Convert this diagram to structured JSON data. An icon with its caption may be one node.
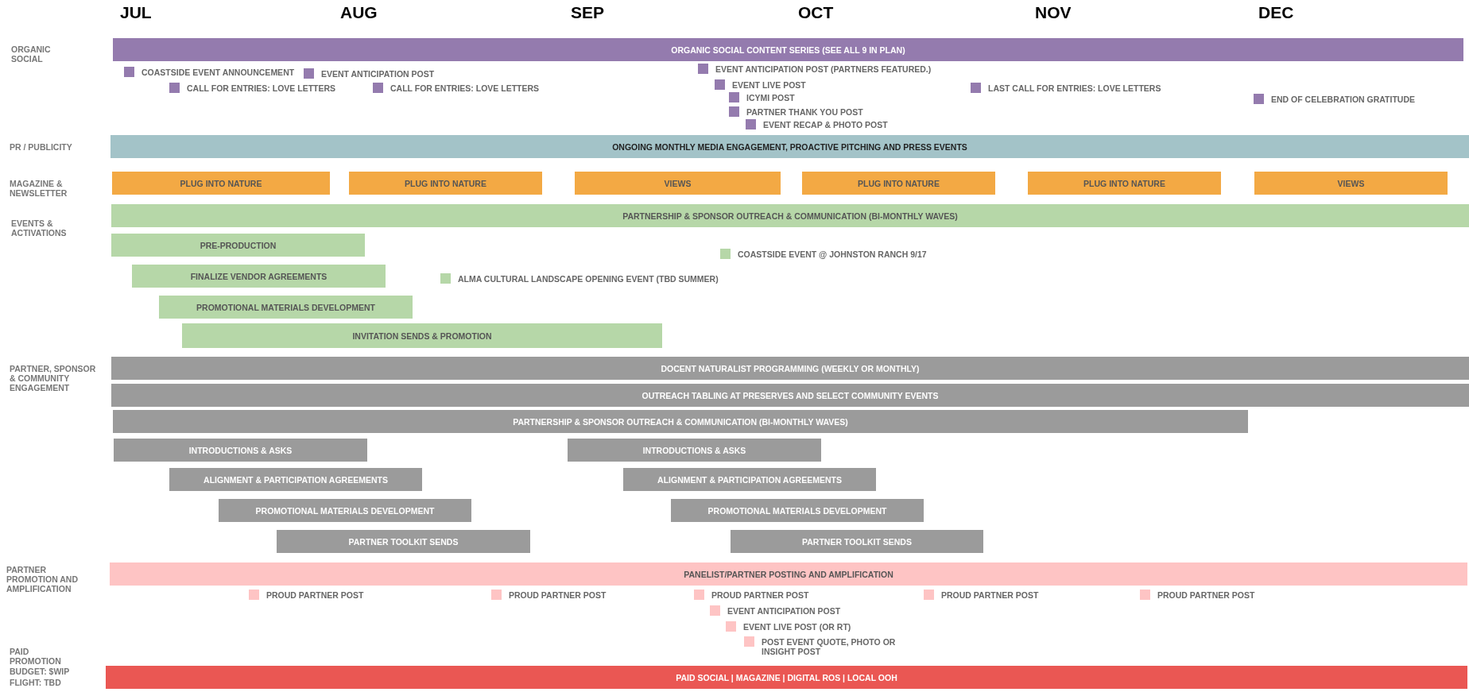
{
  "diagram": {
    "nodes": [
      {
        "text": [
          "ORGANIC SOCIAL CONTENT SERIES (SEE ALL 9 IN PLAN)"
        ]
      },
      {
        "text": [],
        "shape": "box",
        "beside": [
          "COASTSIDE EVENT ANNOUNCEMENT"
        ]
      },
      {
        "text": [],
        "shape": "box",
        "beside": [
          "EVENT ANTICIPATION POST"
        ]
      },
      {
        "text": [],
        "shape": "box",
        "beside": [
          "EVENT ANTICIPATION POST (PARTNERS FEATURED.)"
        ]
      },
      {
        "text": [],
        "shape": "box",
        "beside": [
          "CALL FOR ENTRIES: LOVE LETTERS"
        ]
      },
      {
        "text": [],
        "shape": "box",
        "beside": [
          "CALL FOR ENTRIES: LOVE LETTERS"
        ]
      },
      {
        "text": [],
        "shape": "box",
        "beside": [
          "EVENT LIVE POST"
        ]
      },
      {
        "text": [],
        "shape": "box",
        "beside": [
          "LAST CALL  FOR ENTRIES: LOVE LETTERS"
        ]
      },
      {
        "text": [],
        "shape": "box",
        "beside": [
          "ICYMI POST"
        ]
      },
      {
        "text": [],
        "shape": "box",
        "beside": [
          "END OF CELEBRATION GRATITUDE"
        ]
      },
      {
        "text": [],
        "shape": "box",
        "beside": [
          "PARTNER THANK YOU POST"
        ]
      },
      {
        "text": [],
        "shape": "box",
        "beside": [
          "EVENT RECAP & PHOTO POST"
        ]
      },
      {
        "text": [
          "ONGOING MONTHLY MEDIA ENGAGEMENT, PROACTIVE PITCHING AND PRESS EVENTS"
        ]
      },
      {
        "text": [
          "PLUG INTO NATURE"
        ]
      },
      {
        "text": [
          "PLUG INTO NATURE"
        ]
      },
      {
        "text": [
          "VIEWS"
        ]
      },
      {
        "text": [
          "PLUG INTO NATURE"
        ]
      },
      {
        "text": [
          "PLUG INTO NATURE"
        ]
      },
      {
        "text": [
          "VIEWS"
        ]
      },
      {
        "text": [
          "PARTNERSHIP & SPONSOR  OUTREACH & COMMUNICATION (BI-MONTHLY WAVES)"
        ]
      },
      {
        "text": [
          "PRE-PRODUCTION"
        ]
      },
      {
        "text": [],
        "shape": "box",
        "beside": [
          "COASTSIDE EVENT @ JOHNSTON RANCH 9/17"
        ]
      },
      {
        "text": [
          "FINALIZE VENDOR AGREEMENTS"
        ]
      },
      {
        "text": [],
        "shape": "box",
        "beside": [
          "ALMA CULTURAL LANDSCAPE OPENING EVENT (TBD SUMMER)"
        ]
      },
      {
        "text": [
          "PROMOTIONAL MATERIALS DEVELOPMENT"
        ]
      },
      {
        "text": [
          "INVITATION SENDS & PROMOTION"
        ]
      },
      {
        "text": [
          "DOCENT NATURALIST PROGRAMMING (WEEKLY OR MONTHLY)"
        ]
      },
      {
        "text": [
          "OUTREACH TABLING AT PRESERVES AND SELECT COMMUNITY EVENTS"
        ]
      },
      {
        "text": [
          "PARTNERSHIP & SPONSOR  OUTREACH & COMMUNICATION (BI-MONTHLY WAVES)"
        ]
      },
      {
        "text": [
          "INTRODUCTIONS & ASKS"
        ]
      },
      {
        "text": [
          "INTRODUCTIONS & ASKS"
        ]
      },
      {
        "text": [
          "ALIGNMENT & PARTICIPATION AGREEMENTS"
        ]
      },
      {
        "text": [
          "ALIGNMENT & PARTICIPATION AGREEMENTS"
        ]
      },
      {
        "text": [
          "PROMOTIONAL MATERIALS DEVELOPMENT"
        ]
      },
      {
        "text": [
          "PROMOTIONAL MATERIALS DEVELOPMENT"
        ]
      },
      {
        "text": [
          "PARTNER TOOLKIT SENDS"
        ]
      },
      {
        "text": [
          "PARTNER TOOLKIT SENDS"
        ]
      },
      {
        "text": [
          "PANELIST/PARTNER POSTING AND AMPLIFICATION"
        ]
      },
      {
        "text": [],
        "shape": "box",
        "beside": [
          "PROUD PARTNER POST"
        ]
      },
      {
        "text": [],
        "shape": "box",
        "beside": [
          "PROUD PARTNER POST"
        ]
      },
      {
        "text": [],
        "shape": "box",
        "beside": [
          "PROUD PARTNER POST"
        ]
      },
      {
        "text": [],
        "shape": "box",
        "beside": [
          "PROUD PARTNER POST"
        ]
      },
      {
        "text": [],
        "shape": "box",
        "beside": [
          "PROUD PARTNER POST"
        ]
      },
      {
        "text": [],
        "shape": "box",
        "beside": [
          "EVENT ANTICIPATION POST"
        ]
      },
      {
        "text": [],
        "shape": "box",
        "beside": [
          "EVENT LIVE POST (OR RT)"
        ]
      },
      {
        "text": [],
        "shape": "box",
        "beside": [
          "POST EVENT  QUOTE, PHOTO OR INSIGHT POST"
        ]
      },
      {
        "text": [
          "PAID SOCIAL | MAGAZINE | DIGITAL ROS | LOCAL OOH"
        ]
      }
    ],
    "labels": [
      "JUL",
      "AUG",
      "SEP",
      "OCT",
      "NOV",
      "DEC",
      "ORGANIC SOCIAL",
      "PR / PUBLICITY",
      "MAGAZINE & NEWSLETTER",
      "EVENTS & ACTIVATIONS",
      "PARTNER, SPONSOR & COMMUNITY ENGAGEMENT",
      "PARTNER PROMOTION AND AMPLIFICATION",
      "PAID PROMOTION",
      "**BUDGET:** $WIP",
      "**FLIGHT:** TBD"
    ]
  }
}
